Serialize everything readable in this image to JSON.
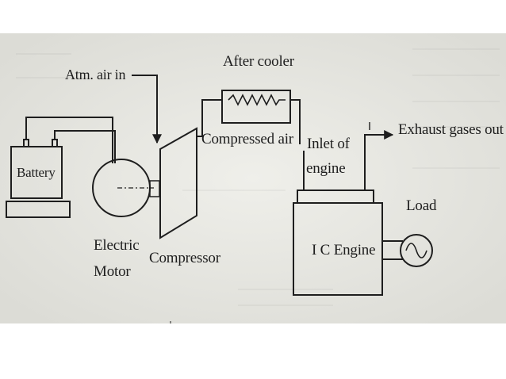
{
  "diagram": {
    "labels": {
      "atm_air_in": "Atm. air in",
      "after_cooler": "After cooler",
      "compressed_air": "Compressed air",
      "inlet_of": "Inlet of",
      "engine": "engine",
      "exhaust_gases_out": "Exhaust gases out",
      "battery": "Battery",
      "load": "Load",
      "electric": "Electric",
      "motor": "Motor",
      "compressor": "Compressor",
      "ic_engine": "I C Engine"
    },
    "colors": {
      "paper": "#e9e9e4",
      "ink": "#1e1e1e",
      "background": "#ffffff"
    }
  }
}
